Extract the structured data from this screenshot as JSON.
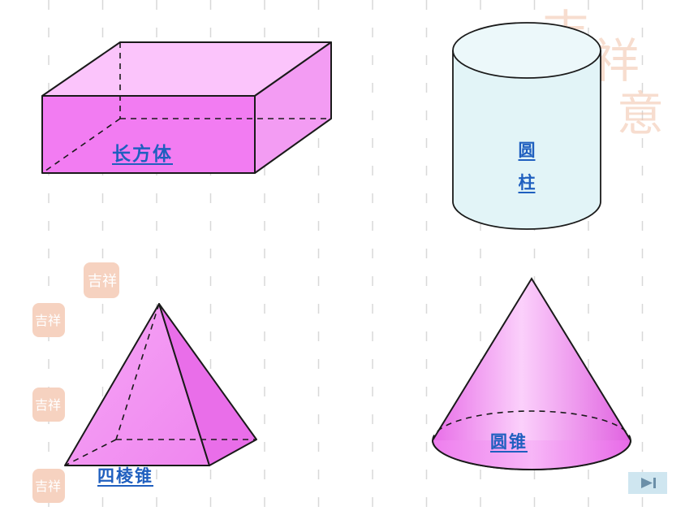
{
  "shapes": {
    "cuboid": "长方体",
    "cylinder": "圆柱",
    "pyramid": "四棱锥",
    "cone": "圆锥"
  },
  "colors": {
    "magenta": "#f27cf2",
    "magenta_light": "#f8aff8",
    "cylinder_fill": "#e2f4f7",
    "label_blue": "#1f5fbf",
    "button_bg": "#cfe6f0",
    "grid": "#d8d8d8",
    "stamp": "#f0b89a"
  },
  "controls": {
    "next_icon": "skip-forward-icon"
  }
}
